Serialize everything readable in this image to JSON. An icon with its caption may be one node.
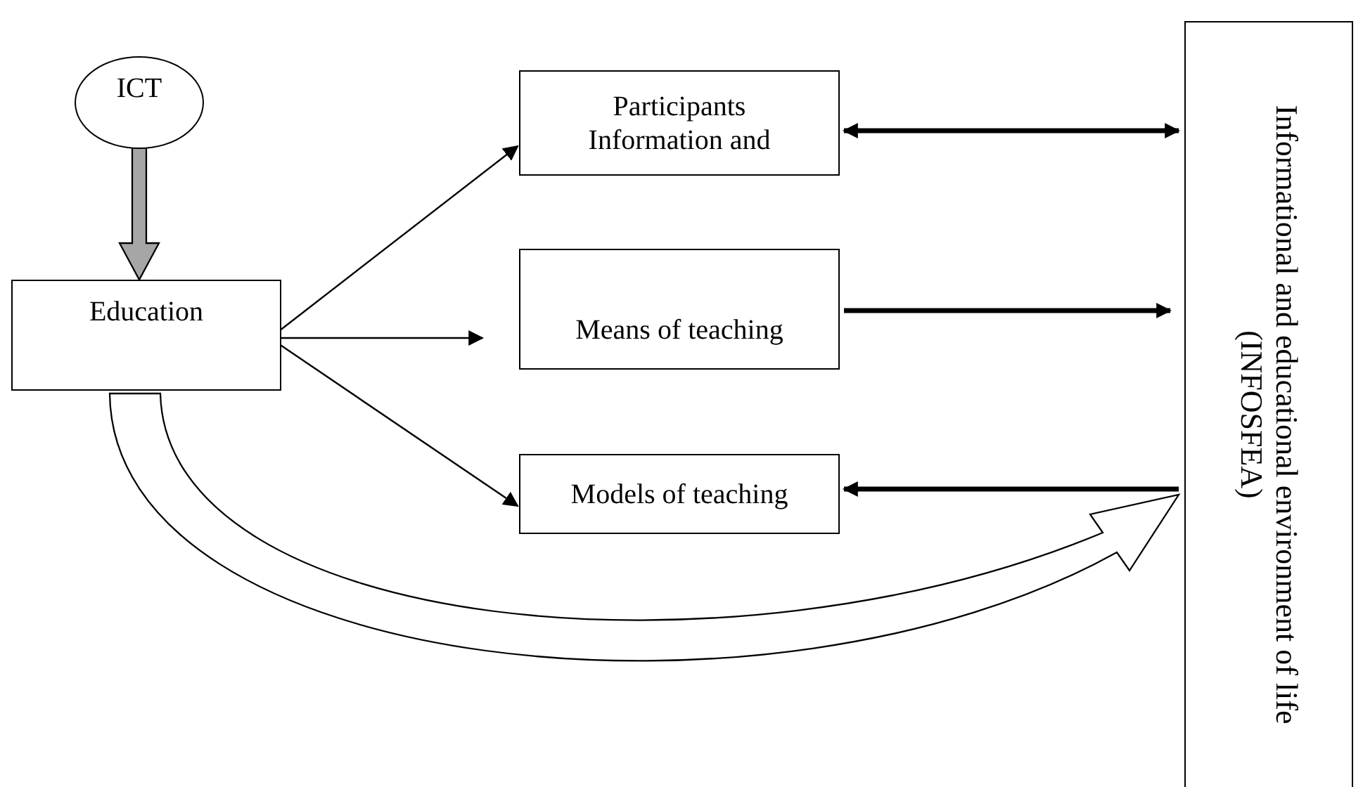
{
  "diagram": {
    "nodes": [
      {
        "text": [
          "ICT"
        ]
      },
      {
        "text": [
          "Education"
        ]
      },
      {
        "text": [
          "Participants Information and"
        ]
      },
      {
        "text": [
          "Means of teaching"
        ]
      },
      {
        "text": [
          "Models of teaching"
        ]
      },
      {
        "text": [
          "Informational and educational environment of life",
          "(INFOSFEA)"
        ]
      }
    ],
    "edges": [
      {
        "from": 0,
        "to": 1,
        "arrow": "to",
        "style": "thick",
        "color": "#a6a6a6"
      },
      {
        "from": 1,
        "to": 2,
        "arrow": "to"
      },
      {
        "from": 1,
        "to": 3,
        "arrow": "to"
      },
      {
        "from": 1,
        "to": 4,
        "arrow": "to"
      },
      {
        "from": 2,
        "to": 5,
        "arrow": "both",
        "style": "thick"
      },
      {
        "from": 3,
        "to": 5,
        "arrow": "to",
        "style": "thick"
      },
      {
        "from": 5,
        "to": 4,
        "arrow": "to",
        "style": "thick"
      },
      {
        "from": 1,
        "to": 5,
        "arrow": "to",
        "style": "thick",
        "color": "#ffffff"
      }
    ]
  }
}
